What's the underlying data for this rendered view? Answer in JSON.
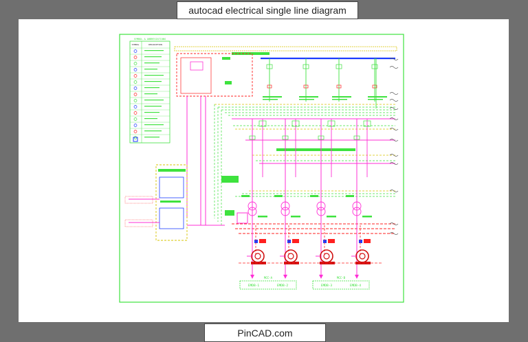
{
  "header": {
    "title": "autocad electrical single line diagram"
  },
  "footer": {
    "site": "PinCAD.com"
  },
  "diagram": {
    "legend_title": "SYMBOL & ABBREVIATIONS",
    "legend_cols": [
      "SYMBOL",
      "DESCRIPTION"
    ],
    "mcc_labels": [
      "MCC-A",
      "MCC-B"
    ],
    "emdb_labels": [
      "EMDB-1",
      "EMDB-2",
      "EMDB-3",
      "EMDB-4"
    ]
  },
  "colors": {
    "frame": "#3ee23e",
    "busbar": "#1c3cff",
    "feeder": "#ff2fd6",
    "control": "#ff2020",
    "aux": "#d7c400",
    "pump": "#d01010"
  }
}
